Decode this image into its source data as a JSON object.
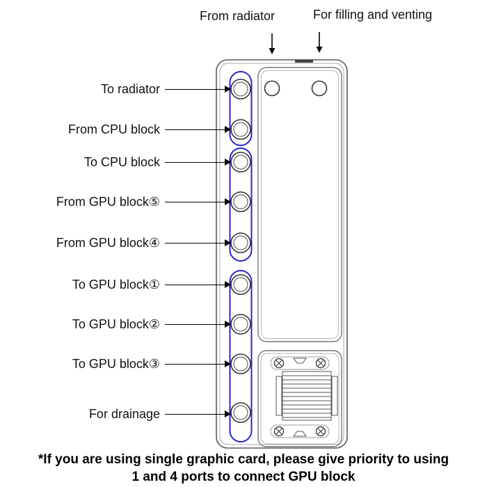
{
  "diagram": {
    "top_labels": {
      "from_radiator": "From radiator",
      "filling_venting": "For filling and venting"
    },
    "port_labels": [
      "To radiator",
      "From CPU block",
      "To CPU block",
      "From GPU block⑤",
      "From GPU block④",
      "To GPU block①",
      "To GPU block②",
      "To GPU block③",
      "For drainage"
    ],
    "footnote": {
      "line1": "*If you are using single graphic card, please give priority to using",
      "line2": "1 and 4 ports to connect GPU block"
    },
    "colors": {
      "channel_blue": "#2525cf",
      "body_outline": "#5a5a5a",
      "text": "#111111"
    }
  }
}
